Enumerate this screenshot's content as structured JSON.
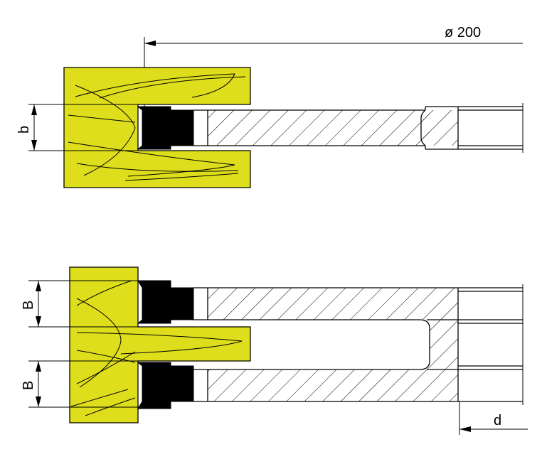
{
  "colors": {
    "body_fill": "#dede1c",
    "line": "#000000",
    "knife": "#000000",
    "background": "#ffffff"
  },
  "labels": {
    "diameter": "ø 200",
    "b": "b",
    "B_upper": "B",
    "B_lower": "B",
    "d": "d"
  }
}
